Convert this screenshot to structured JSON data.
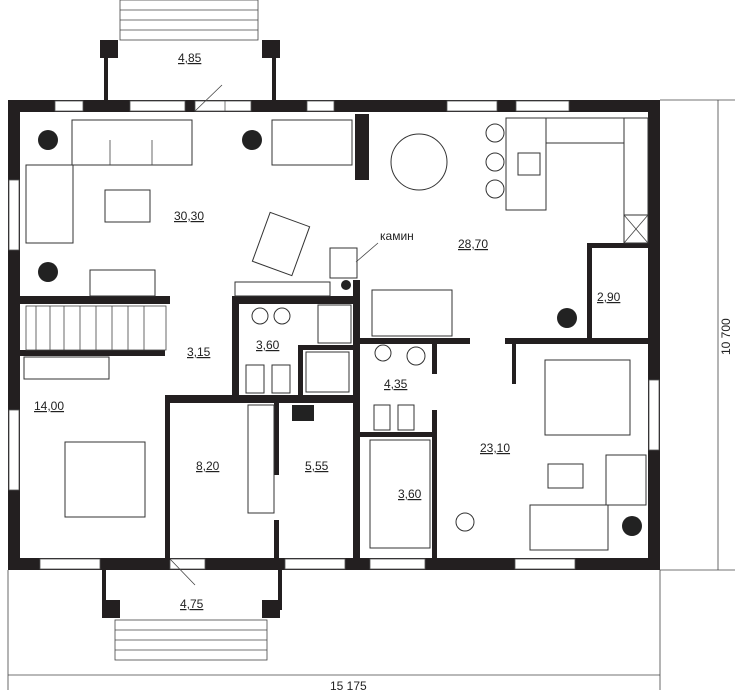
{
  "plan": {
    "rooms": {
      "porch_top": "4,85",
      "living": "30,30",
      "kitchen_dining": "28,70",
      "fireplace_label": "камин",
      "closet": "2,90",
      "hall": "3,15",
      "bath_left": "3,60",
      "bath_right": "4,35",
      "bedroom_left": "14,00",
      "dressing_left": "8,20",
      "boiler": "5,55",
      "dressing_right": "3,60",
      "bedroom_right": "23,10",
      "porch_bottom": "4,75"
    },
    "dimensions": {
      "width": "15 175",
      "height": "10 700"
    }
  }
}
